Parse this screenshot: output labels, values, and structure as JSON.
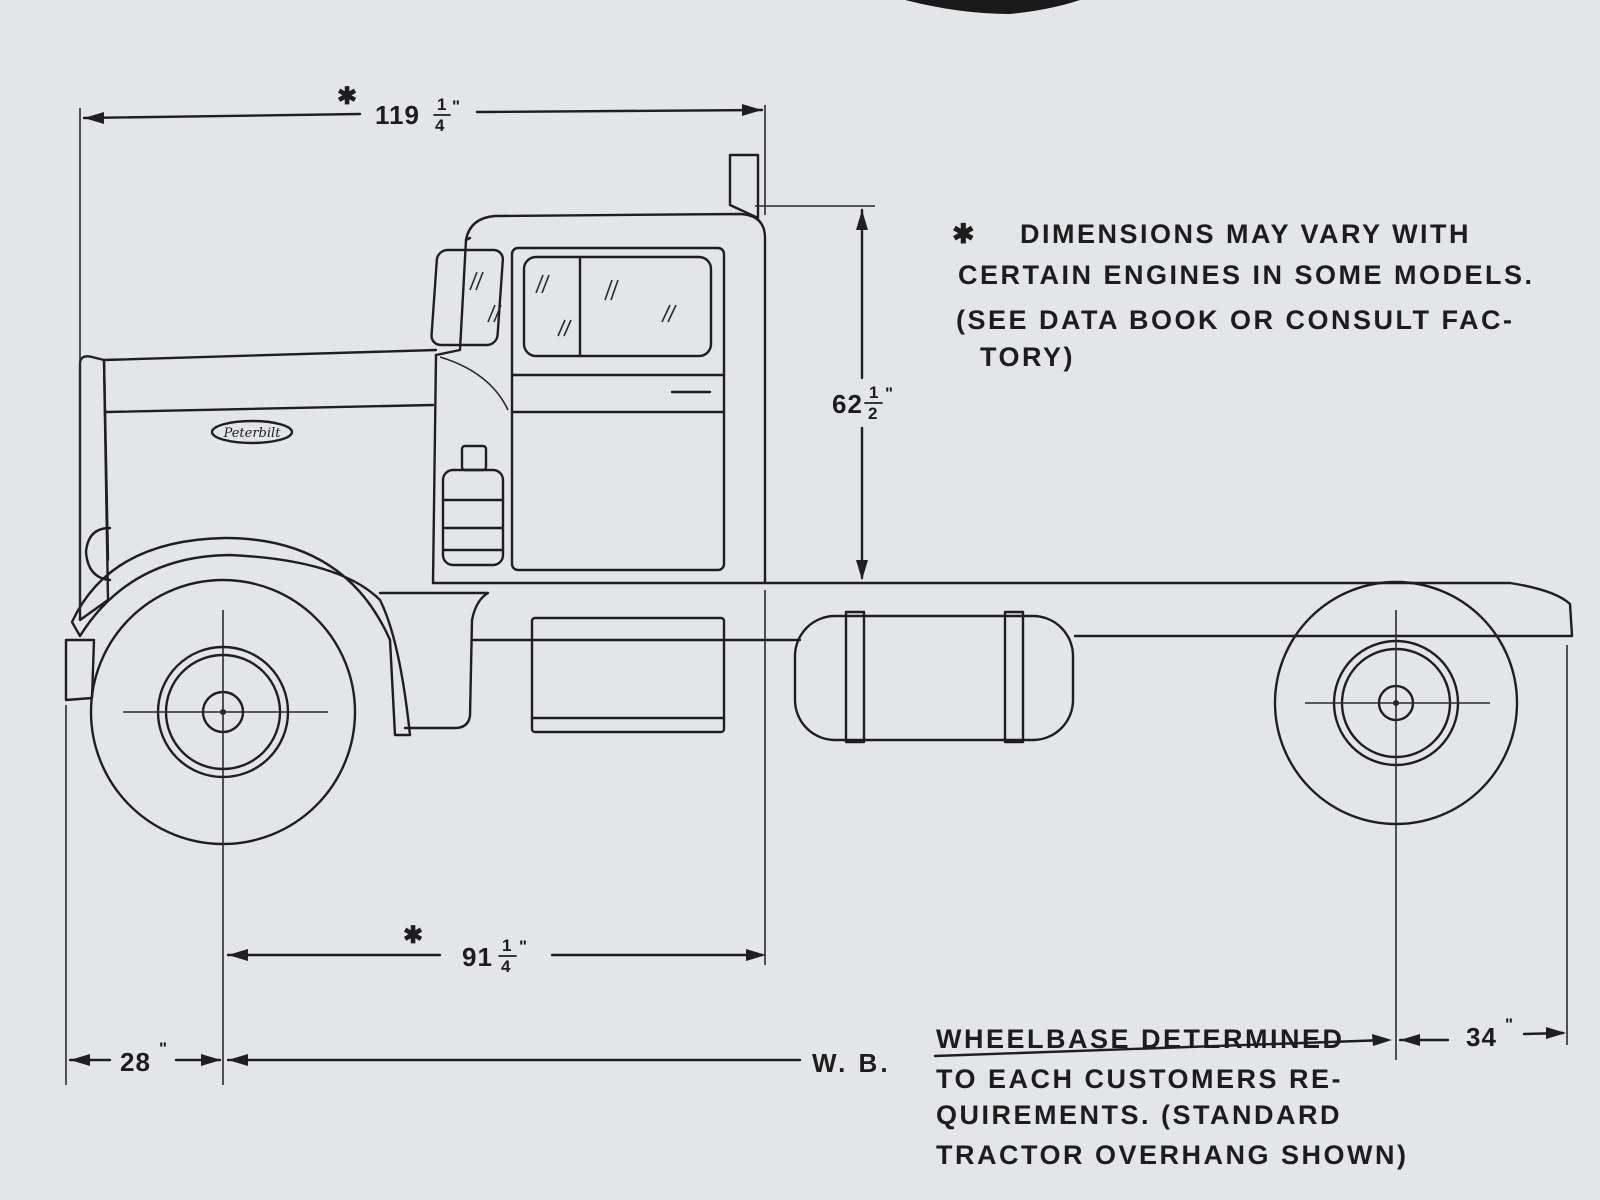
{
  "note": {
    "asterisk": "✱",
    "lines": [
      "DIMENSIONS MAY VARY WITH",
      "CERTAIN ENGINES IN SOME MODELS.",
      "(SEE DATA BOOK OR CONSULT FAC-",
      "TORY)"
    ]
  },
  "dimensions": {
    "overall": {
      "asterisk": "✱",
      "whole": "119",
      "num": "1",
      "den": "4",
      "unit": "\""
    },
    "cab_height": {
      "whole": "62",
      "num": "1",
      "den": "2",
      "unit": "\""
    },
    "bumper_to_cab": {
      "asterisk": "✱",
      "whole": "91",
      "num": "1",
      "den": "4",
      "unit": "\""
    },
    "front_overhang": {
      "value": "28",
      "unit": "\""
    },
    "rear_overhang": {
      "value": "34",
      "unit": "\""
    }
  },
  "wheelbase": {
    "abbr": "W. B.",
    "lines": [
      "WHEELBASE DETERMINED",
      "TO EACH CUSTOMERS RE-",
      "QUIREMENTS. (STANDARD",
      "TRACTOR OVERHANG SHOWN)"
    ]
  },
  "hood_badge": {
    "text": "Peterbilt"
  }
}
